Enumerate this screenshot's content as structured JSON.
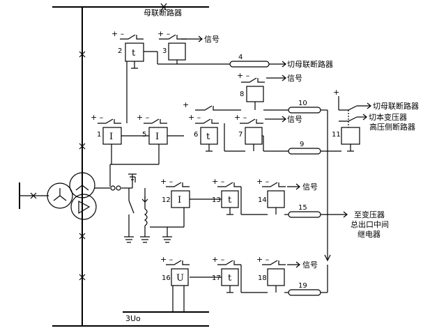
{
  "labels": {
    "bus_tie_breaker": "母联断路器",
    "signal": "信号",
    "trip_bus_tie": "切母联断路器",
    "trip_bus_tie_2": "切母联断路器",
    "trip_transformer_line1": "切本变压器",
    "trip_transformer_line2": "高压侧断路器",
    "to_transformer_line1": "至变压器",
    "to_transformer_line2": "总出口中间",
    "to_transformer_line3": "继电器",
    "voltage_source": "3Uo"
  },
  "relays": [
    {
      "id": "2",
      "symbol": "t"
    },
    {
      "id": "3",
      "symbol": ""
    },
    {
      "id": "1",
      "symbol": "I"
    },
    {
      "id": "5",
      "symbol": "I"
    },
    {
      "id": "6",
      "symbol": "t"
    },
    {
      "id": "7",
      "symbol": ""
    },
    {
      "id": "8",
      "symbol": ""
    },
    {
      "id": "11",
      "symbol": ""
    },
    {
      "id": "12",
      "symbol": "I"
    },
    {
      "id": "13",
      "symbol": "t"
    },
    {
      "id": "14",
      "symbol": ""
    },
    {
      "id": "16",
      "symbol": "U"
    },
    {
      "id": "17",
      "symbol": "t"
    },
    {
      "id": "18",
      "symbol": ""
    }
  ],
  "plates": [
    "4",
    "10",
    "9",
    "15",
    "19"
  ],
  "polarity": {
    "pos_neg": "+ –",
    "pos": "+"
  }
}
